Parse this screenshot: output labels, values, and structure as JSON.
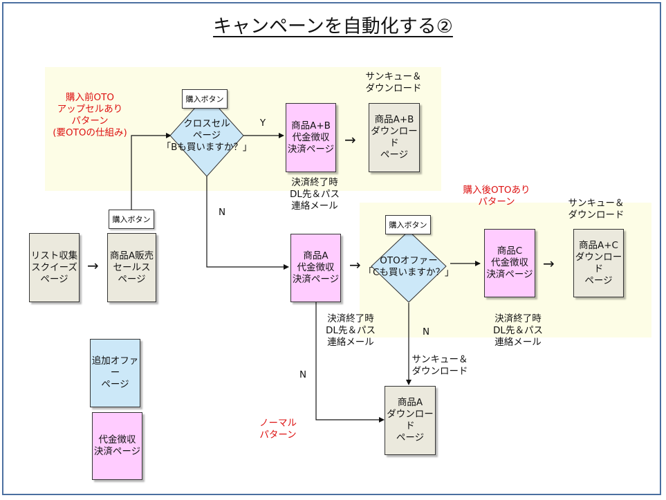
{
  "title": "キャンペーンを自動化する②",
  "zones": {
    "pre_oto": "購入前OTO\nアップセルあり\nパターン\n(要OTOの仕組み)",
    "post_oto": "購入後OTOあり\nパターン",
    "normal": "ノーマル\nパターン"
  },
  "boxes": {
    "list_squeeze": "リスト収集\nスクイーズ\nページ",
    "product_a_sales": "商品A販売\nセールス\nページ",
    "product_ab_payment": "商品A+B\n代金徴収\n決済ページ",
    "product_ab_download": "商品A+B\nダウンロード\nページ",
    "product_a_payment": "商品A\n代金徴収\n決済ページ",
    "product_c_payment": "商品C\n代金徴収\n決済ページ",
    "product_ac_download": "商品A+C\nダウンロード\nページ",
    "product_a_download": "商品A\nダウンロード\nページ",
    "legend_offer": "追加オファー\nページ",
    "legend_payment": "代金徴収\n決済ページ"
  },
  "diamonds": {
    "cross_sell": "クロスセル\nページ\n「Bも買いますか？」",
    "oto_offer": "OTOオファー\n「Cも買いますか？」"
  },
  "buttons": {
    "buy_top": "購入ボタン",
    "buy_left": "購入ボタン",
    "buy_oto": "購入ボタン"
  },
  "labels": {
    "thanks_top": "サンキュー＆\nダウンロード",
    "thanks_right": "サンキュー＆\nダウンロード",
    "thanks_mid": "サンキュー＆\nダウンロード",
    "mail_top": "決済終了時\nDL先＆パス\n連絡メール",
    "mail_mid": "決済終了時\nDL先＆パス\n連絡メール",
    "mail_right": "決済終了時\nDL先＆パス\n連絡メール",
    "yes": "Y",
    "no_cross": "N",
    "no_oto": "N",
    "no_normal": "N",
    "arrow": "→"
  }
}
